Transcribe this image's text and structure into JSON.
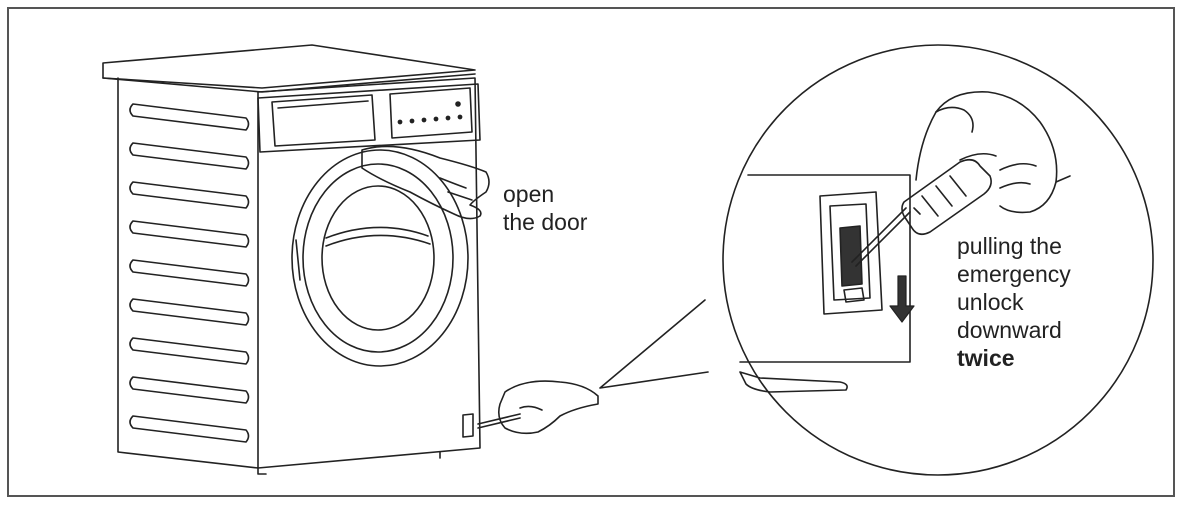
{
  "labels": {
    "door": {
      "line1": "open",
      "line2": "the door"
    },
    "unlock": {
      "line1": "pulling the",
      "line2": "emergency",
      "line3": "unlock",
      "line4": "downward",
      "emphasis": "twice"
    }
  },
  "colors": {
    "stroke": "#222222",
    "frame": "#555555",
    "background": "#ffffff"
  },
  "icons": [
    "washing-machine-illustration",
    "hand-illustration",
    "screwdriver-icon",
    "down-arrow-icon",
    "magnifier-circle"
  ]
}
